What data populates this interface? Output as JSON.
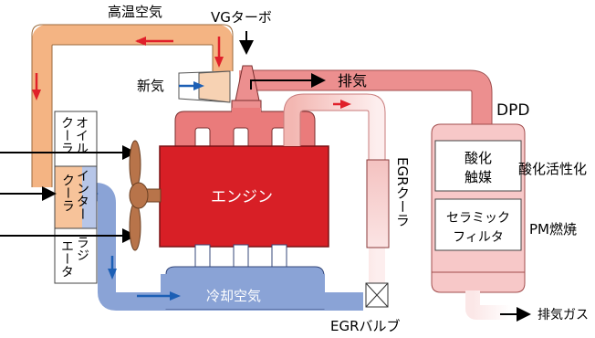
{
  "labels": {
    "hot_air": "高温空気",
    "vg_turbo": "VGターボ",
    "fresh_air": "新気",
    "exhaust": "排気",
    "dpd": "DPD",
    "engine": "エンジン",
    "oil_cooler_col1": "オイル",
    "oil_cooler_col2": "クーラ",
    "intercooler_col1": "インター",
    "intercooler_col2": "クーラ",
    "radiator_col1": "ラジ",
    "radiator_col2": "エータ",
    "egr_cooler": "EGRクーラ",
    "oxidation_catalyst_line1": "酸化",
    "oxidation_catalyst_line2": "触媒",
    "oxidation_activity": "酸化活性化",
    "ceramic_filter_line1": "セラミック",
    "ceramic_filter_line2": "フィルタ",
    "pm_combustion": "PM燃焼",
    "cooling_air": "冷却空気",
    "egr_valve": "EGRバルブ",
    "exhaust_gas": "排気ガス"
  },
  "colors": {
    "hot_air_pipe": "#f4b483",
    "exhaust_pipe": "#ec8f8f",
    "engine_body": "#d81f26",
    "engine_manifold": "#ea7b7b",
    "cool_air_pipe": "#8aa3d6",
    "fan": "#b8744a",
    "arrow_red": "#e0202a",
    "arrow_blue": "#1c5fb5"
  }
}
